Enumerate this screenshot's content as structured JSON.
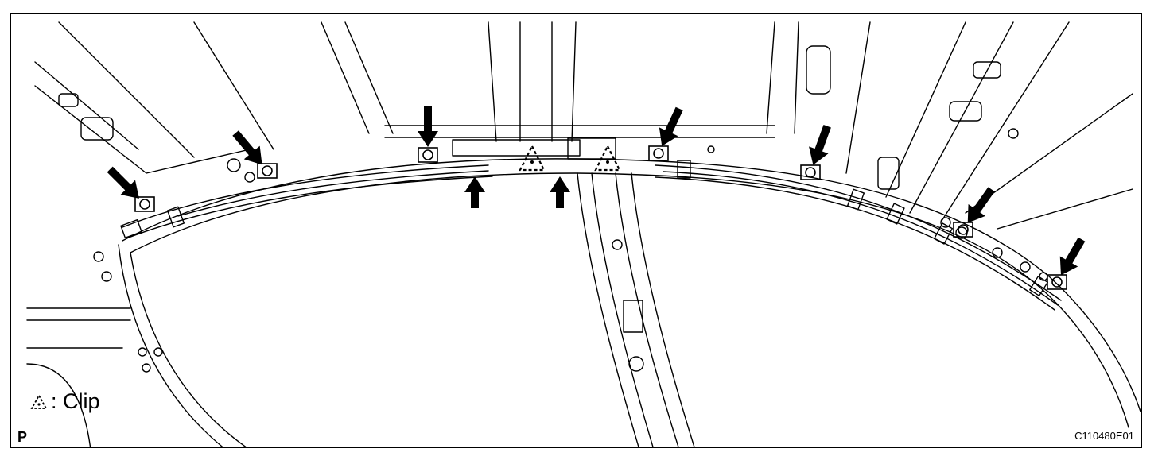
{
  "legend": {
    "symbol": "clip-triangle-icon",
    "text": ": Clip"
  },
  "corner_letter": "P",
  "figure_id": "C110480E01"
}
